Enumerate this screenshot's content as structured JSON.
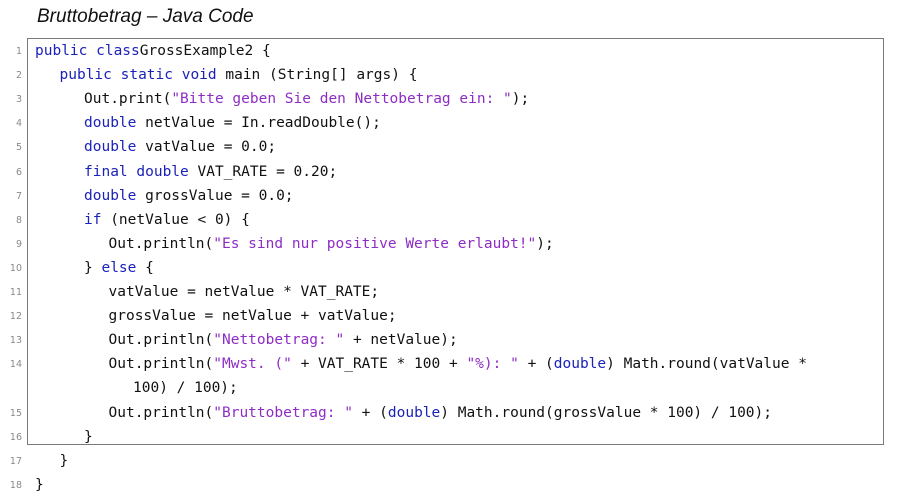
{
  "title": "Bruttobetrag – Java Code",
  "lines": [
    {
      "num": "1",
      "indent": 0,
      "tokens": [
        [
          "kw",
          "public class"
        ],
        [
          "",
          "GrossExample2 {"
        ]
      ]
    },
    {
      "num": "2",
      "indent": 1,
      "tokens": [
        [
          "kw",
          "public static void"
        ],
        [
          "",
          " main (String[] args) {"
        ]
      ]
    },
    {
      "num": "3",
      "indent": 2,
      "tokens": [
        [
          "",
          "Out.print("
        ],
        [
          "str",
          "\"Bitte geben Sie den Nettobetrag ein: \""
        ],
        [
          "",
          ");"
        ]
      ]
    },
    {
      "num": "4",
      "indent": 2,
      "tokens": [
        [
          "kw",
          "double"
        ],
        [
          "",
          " netValue = In.readDouble();"
        ]
      ]
    },
    {
      "num": "5",
      "indent": 2,
      "tokens": [
        [
          "kw",
          "double"
        ],
        [
          "",
          " vatValue = 0.0;"
        ]
      ]
    },
    {
      "num": "6",
      "indent": 2,
      "tokens": [
        [
          "kw",
          "final double"
        ],
        [
          "",
          " VAT_RATE = 0.20;"
        ]
      ]
    },
    {
      "num": "7",
      "indent": 2,
      "tokens": [
        [
          "kw",
          "double"
        ],
        [
          "",
          " grossValue = 0.0;"
        ]
      ]
    },
    {
      "num": "8",
      "indent": 2,
      "tokens": [
        [
          "kw",
          "if"
        ],
        [
          "",
          " (netValue < 0) {"
        ]
      ]
    },
    {
      "num": "9",
      "indent": 3,
      "tokens": [
        [
          "",
          "Out.println("
        ],
        [
          "str",
          "\"Es sind nur positive Werte erlaubt!\""
        ],
        [
          "",
          ");"
        ]
      ]
    },
    {
      "num": "10",
      "indent": 2,
      "tokens": [
        [
          "",
          "} "
        ],
        [
          "kw",
          "else"
        ],
        [
          "",
          " {"
        ]
      ]
    },
    {
      "num": "11",
      "indent": 3,
      "tokens": [
        [
          "",
          "vatValue = netValue * VAT_RATE;"
        ]
      ]
    },
    {
      "num": "12",
      "indent": 3,
      "tokens": [
        [
          "",
          "grossValue = netValue + vatValue;"
        ]
      ]
    },
    {
      "num": "13",
      "indent": 3,
      "tokens": [
        [
          "",
          "Out.println("
        ],
        [
          "str",
          "\"Nettobetrag: \""
        ],
        [
          "",
          " + netValue);"
        ]
      ]
    },
    {
      "num": "14",
      "indent": 3,
      "tokens": [
        [
          "",
          "Out.println("
        ],
        [
          "str",
          "\"Mwst. (\""
        ],
        [
          "",
          " + VAT_RATE * 100 + "
        ],
        [
          "str",
          "\"%): \""
        ],
        [
          "",
          " + ("
        ],
        [
          "kw",
          "double"
        ],
        [
          "",
          ") Math.round(vatValue *"
        ]
      ]
    },
    {
      "num": "",
      "indent": 4,
      "tokens": [
        [
          "",
          "100) / 100);"
        ]
      ]
    },
    {
      "num": "15",
      "indent": 3,
      "tokens": [
        [
          "",
          "Out.println("
        ],
        [
          "str",
          "\"Bruttobetrag: \""
        ],
        [
          "",
          " + ("
        ],
        [
          "kw",
          "double"
        ],
        [
          "",
          ") Math.round(grossValue * 100) / 100);"
        ]
      ]
    },
    {
      "num": "16",
      "indent": 2,
      "tokens": [
        [
          "",
          "}"
        ]
      ]
    },
    {
      "num": "17",
      "indent": 1,
      "tokens": [
        [
          "",
          "}"
        ]
      ]
    },
    {
      "num": "18",
      "indent": 0,
      "tokens": [
        [
          "",
          "}"
        ]
      ]
    }
  ]
}
